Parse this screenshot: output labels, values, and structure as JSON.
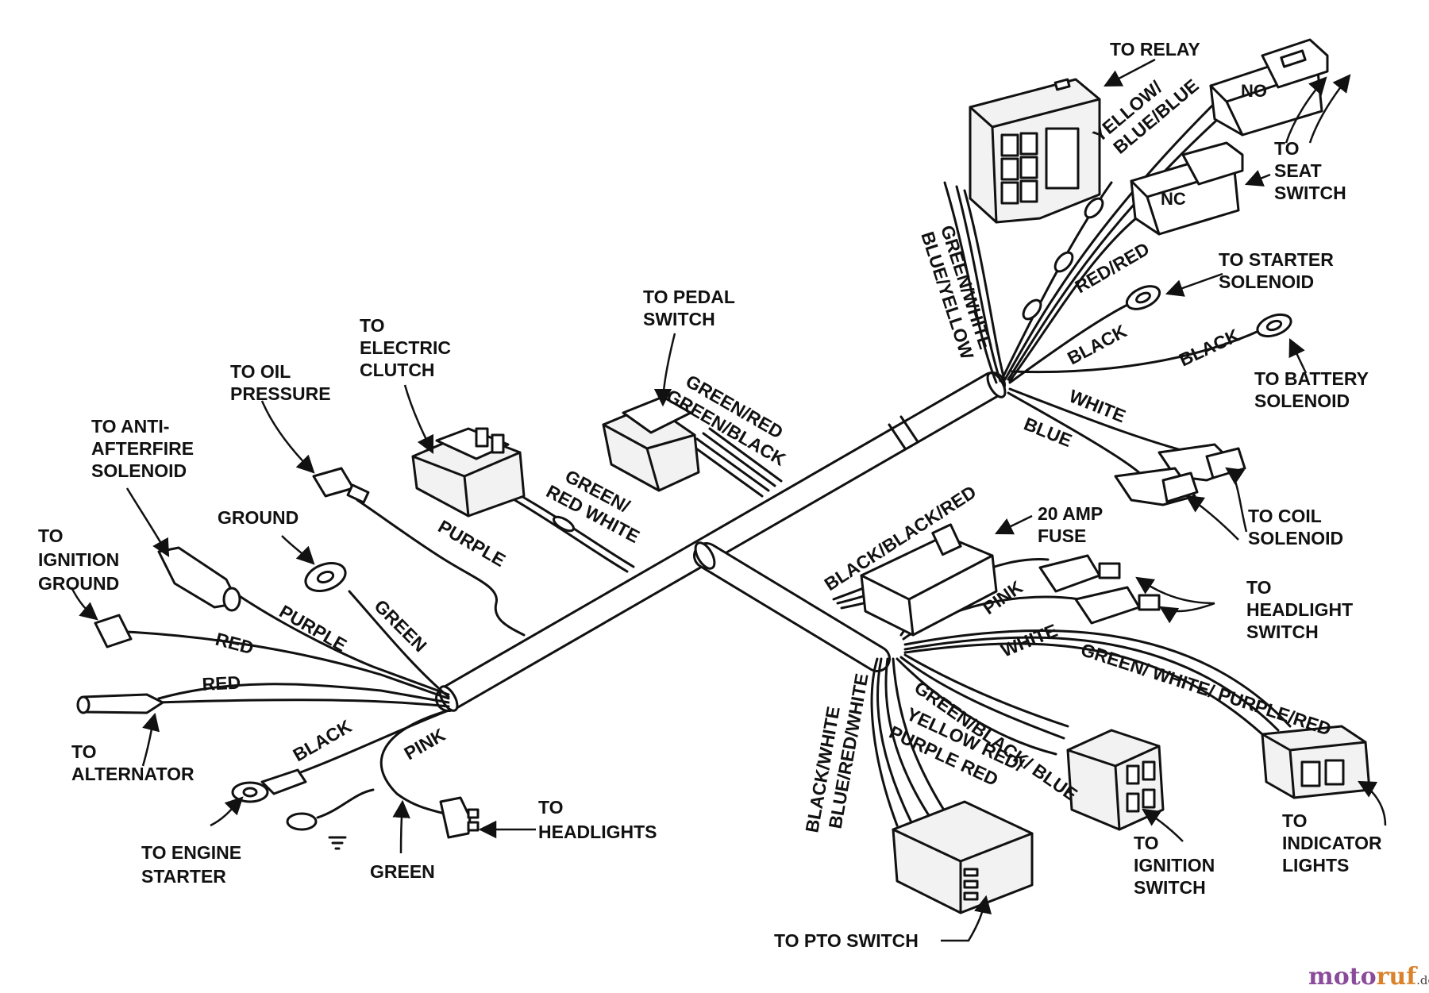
{
  "labels": {
    "to_relay": "TO RELAY",
    "no": "NO",
    "nc": "NC",
    "to_seat_switch": [
      "TO",
      "SEAT",
      "SWITCH"
    ],
    "to_starter_solenoid": [
      "TO STARTER",
      "SOLENOID"
    ],
    "to_battery_solenoid": [
      "TO BATTERY",
      "SOLENOID"
    ],
    "to_coil_solenoid": [
      "TO COIL",
      "SOLENOID"
    ],
    "to_pedal_switch": [
      "TO PEDAL",
      "SWITCH"
    ],
    "to_electric_clutch": [
      "TO",
      "ELECTRIC",
      "CLUTCH"
    ],
    "to_oil_pressure": [
      "TO OIL",
      "PRESSURE"
    ],
    "to_anti_afterfire": [
      "TO ANTI-",
      "AFTERFIRE",
      "SOLENOID"
    ],
    "to_ignition_ground": [
      "TO",
      "IGNITION",
      "GROUND"
    ],
    "ground": "GROUND",
    "to_alternator": [
      "TO",
      "ALTERNATOR"
    ],
    "to_engine_starter": [
      "TO ENGINE",
      "STARTER"
    ],
    "to_headlights": [
      "TO",
      "HEADLIGHTS"
    ],
    "green_bottom": "GREEN",
    "amp_fuse": [
      "20 AMP",
      "FUSE"
    ],
    "to_headlight_switch": [
      "TO",
      "HEADLIGHT",
      "SWITCH"
    ],
    "to_indicator_lights": [
      "TO",
      "INDICATOR",
      "LIGHTS"
    ],
    "to_ignition_switch": [
      "TO",
      "IGNITION",
      "SWITCH"
    ],
    "to_pto_switch": "TO PTO SWITCH"
  },
  "wire_labels": {
    "yellow_blue_blue": [
      "YELLOW/",
      "BLUE/BLUE"
    ],
    "blue_yellow_green_white": [
      "BLUE/YELLOW",
      "GREEN/WHITE"
    ],
    "red_red": "RED/RED",
    "black_1": "BLACK",
    "black_2": "BLACK",
    "white": "WHITE",
    "blue": "BLUE",
    "green_red_green_black": [
      "GREEN/RED",
      "GREEN/BLACK"
    ],
    "green_red_white": [
      "GREEN/",
      "RED WHITE"
    ],
    "purple_1": "PURPLE",
    "purple_2": "PURPLE",
    "green_1": "GREEN",
    "red_1": "RED",
    "red_2": "RED",
    "black_3": "BLACK",
    "pink_1": "PINK",
    "black_black_red": "BLACK/BLACK/RED",
    "pink_2": "PINK",
    "white_2": "WHITE",
    "green_white_purple_red": "GREEN/ WHITE/ PURPLE/RED",
    "green_black_blue": "GREEN/BLACK/ BLUE",
    "yellow_red_purple_red": [
      "YELLOW RED/",
      "PURPLE RED"
    ],
    "black_white_blue_red_white": [
      "BLACK/WHITE",
      "BLUE/RED/WHITE"
    ]
  },
  "watermark": {
    "brand_a": "moto",
    "brand_b": "ruf",
    "suffix": ".de"
  }
}
